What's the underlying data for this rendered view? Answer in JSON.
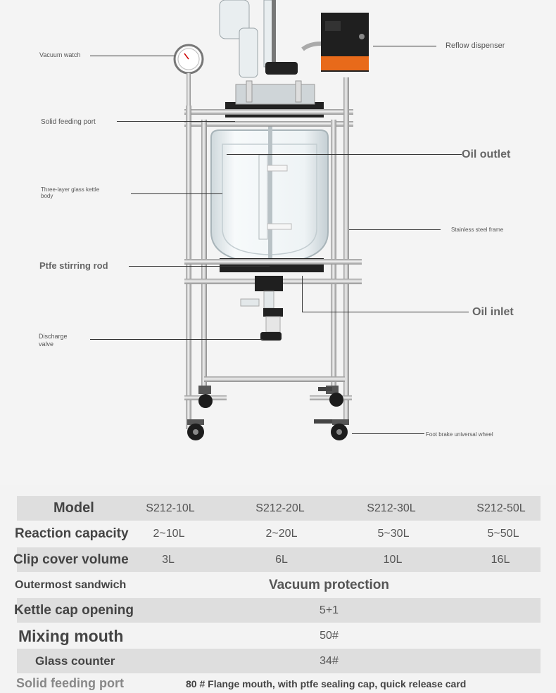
{
  "callouts": {
    "vacuum_watch": "Vacuum watch",
    "reflow_dispenser": "Reflow dispenser",
    "solid_feeding_port": "Solid feeding port",
    "oil_outlet": "Oil outlet",
    "three_layer_line1": "Three-layer glass kettle",
    "three_layer_line2": "body",
    "stainless_frame": "Stainless steel frame",
    "ptfe_rod": "Ptfe stirring rod",
    "oil_inlet": "Oil inlet",
    "discharge_line1": "Discharge",
    "discharge_line2": "valve",
    "foot_brake": "Foot brake universal wheel"
  },
  "spec_table": {
    "model_label": "Model",
    "models": [
      "S212-10L",
      "S212-20L",
      "S212-30L",
      "S212-50L"
    ],
    "reaction_label": "Reaction capacity",
    "reaction": [
      "2~10L",
      "2~20L",
      "5~30L",
      "5~50L"
    ],
    "clip_label": "Clip cover volume",
    "clip": [
      "3L",
      "6L",
      "10L",
      "16L"
    ],
    "sandwich_label": "Outermost sandwich",
    "sandwich": "Vacuum protection",
    "kettle_label": "Kettle cap opening",
    "kettle": "5+1",
    "mixing_label": "Mixing mouth",
    "mixing": "50#",
    "counter_label": "Glass counter",
    "counter": "34#",
    "solid_label": "Solid feeding port",
    "solid": "80 # Flange mouth, with ptfe sealing cap, quick release card"
  },
  "colors": {
    "frame": "#b8b8b8",
    "glass": "#e6ecef",
    "dispenser_orange": "#e86a1a",
    "shade_row": "#dedede"
  }
}
